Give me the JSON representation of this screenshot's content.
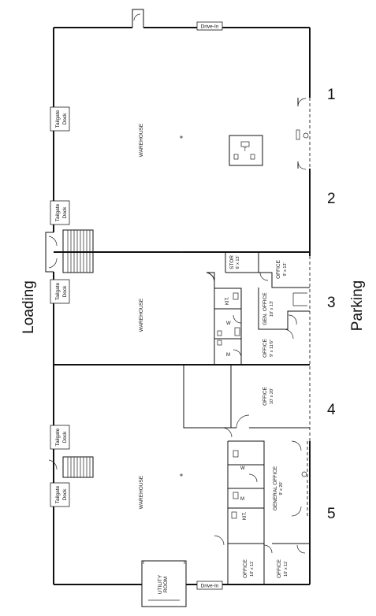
{
  "side_labels": {
    "left": "Loading",
    "right": "Parking"
  },
  "unit_numbers": [
    "1",
    "2",
    "3",
    "4",
    "5"
  ],
  "drive_in_label": "Drive-In",
  "tailgate_dock_label": [
    "Tailgate",
    "Dock"
  ],
  "rooms": {
    "warehouse": "WAREHOUSE",
    "stor": "STOR",
    "stor_dim": "6' x 13'",
    "office": "OFFICE",
    "office_1_dim": "9' x 13'",
    "gen_office": "GEN. OFFICE",
    "gen_office_dim": "10' x 13'",
    "office_2_dim": "9' x 11'6\"",
    "kit": "KIT.",
    "w": "W",
    "m": "M",
    "t": "T",
    "office_4_dim": "10' x 20'",
    "general_office": "GENERAL OFFICE",
    "general_office_dim": "9' x 20'",
    "utility": "UTILITY",
    "room": "ROOM",
    "office_5a_dim": "10' x 11'",
    "office_5b_dim": "10' x 11'"
  }
}
